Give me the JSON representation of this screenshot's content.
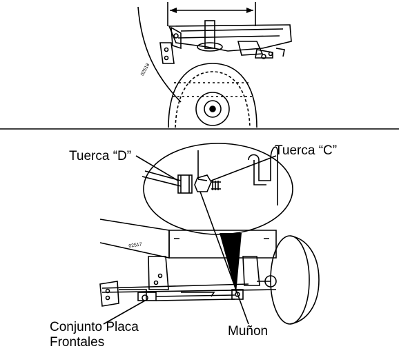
{
  "figure_codes": {
    "top": "02518",
    "bottom": "02517"
  },
  "labels": {
    "tuerca_d": "Tuerca “D”",
    "tuerca_c": "Tuerca “C”",
    "conjunto_line1": "Conjunto Placa",
    "conjunto_line2": "Frontales",
    "munon": "Muñon"
  }
}
